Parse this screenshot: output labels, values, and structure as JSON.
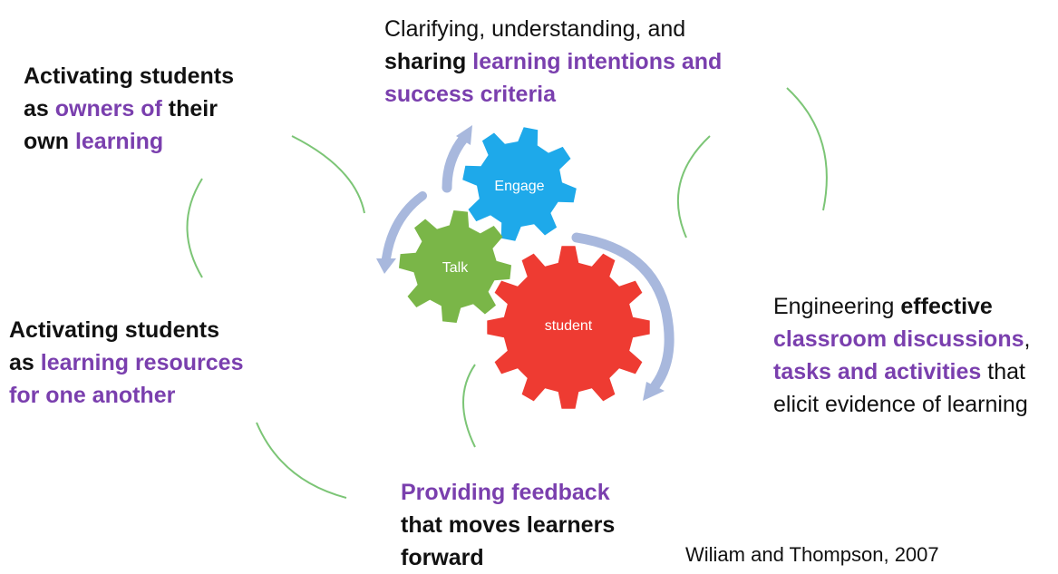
{
  "colors": {
    "purple": "#7a3fae",
    "text": "#111111",
    "arc_green": "#7cc576",
    "arrow_blue": "#a8b8dd",
    "gear_engage": "#1ea9ea",
    "gear_talk": "#7ab648",
    "gear_student": "#ee3b32"
  },
  "strategies": {
    "top": {
      "line1": "Clarifying, understanding, and",
      "line2_a": "sharing",
      "line2_b": "learning intentions and",
      "line3": "success criteria"
    },
    "top_left": {
      "line1": "Activating students",
      "line2_a": "as",
      "line2_b": "owners of",
      "line2_c": "their",
      "line3_a": "own",
      "line3_b": "learning"
    },
    "bottom_left": {
      "line1": "Activating students",
      "line2_a": "as",
      "line2_b": "learning resources",
      "line3": "for one another"
    },
    "right": {
      "line1_a": "Engineering",
      "line1_b": "effective",
      "line2_a": "classroom discussions",
      "line2_b": ",",
      "line3_a": "tasks and activities",
      "line3_b": "that",
      "line4": "elicit evidence of learning"
    },
    "bottom": {
      "line1": "Providing feedback",
      "line2": "that moves learners",
      "line3": "forward"
    }
  },
  "gears": {
    "engage": "Engage",
    "talk": "Talk",
    "student": "student"
  },
  "citation": "Wiliam and Thompson, 2007"
}
